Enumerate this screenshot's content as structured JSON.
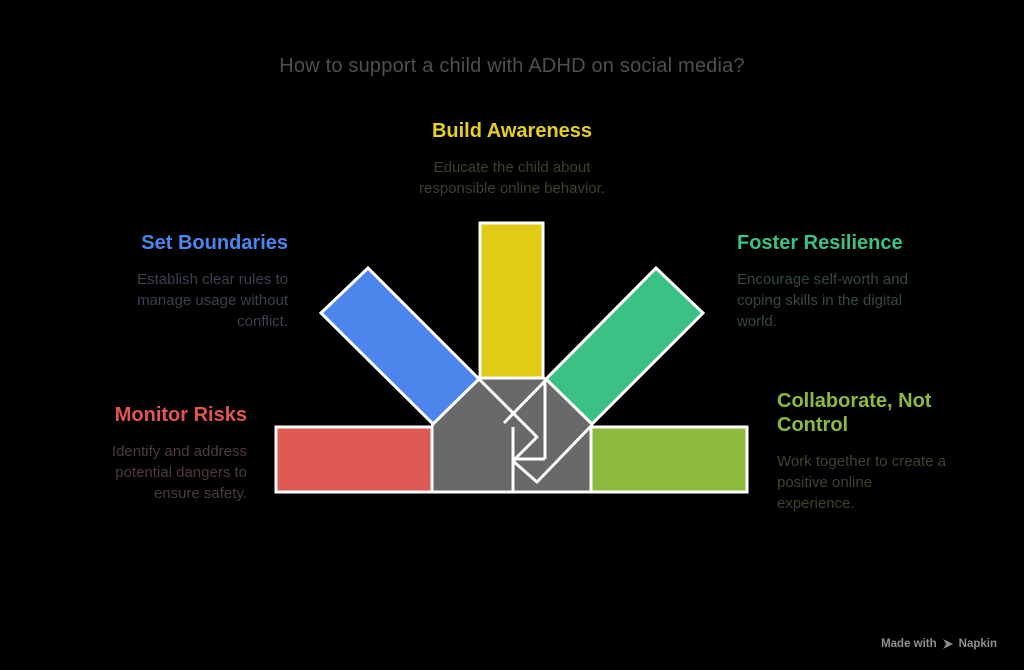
{
  "title": {
    "text": "How to support a child with ADHD on social media?",
    "color": "#4F4F4F"
  },
  "colors": {
    "red": "#DE5A53",
    "blue": "#4C86EC",
    "yellow": "#E2CB16",
    "green": "#3BC183",
    "olive": "#8DBA3C",
    "gray": "#696969",
    "outline": "#FFFFFF"
  },
  "sections": {
    "build": {
      "heading": "Build Awareness",
      "body": "Educate the child about\nresponsible online behavior.",
      "heading_color": "#E6D01F",
      "body_color": "#403F2A"
    },
    "boundaries": {
      "heading": "Set Boundaries",
      "body": "Establish clear rules to\nmanage usage without\nconflict.",
      "heading_color": "#4C86EC",
      "body_color": "#39404E"
    },
    "resilience": {
      "heading": "Foster Resilience",
      "body": "Encourage self-worth and\ncoping skills in the digital\nworld.",
      "heading_color": "#3BC183",
      "body_color": "#36493E"
    },
    "risks": {
      "heading": "Monitor Risks",
      "body": "Identify and address\npotential dangers to\nensure safety.",
      "heading_color": "#E35552",
      "body_color": "#4D3A3B"
    },
    "collaborate": {
      "heading": "Collaborate, Not\nControl",
      "body": "Work together to create a\npositive online\nexperience.",
      "heading_color": "#8DBA3C",
      "body_color": "#3C452F"
    }
  },
  "watermark": {
    "made_with": "Made with",
    "brand": "Napkin",
    "color": "#8E8E8E"
  }
}
